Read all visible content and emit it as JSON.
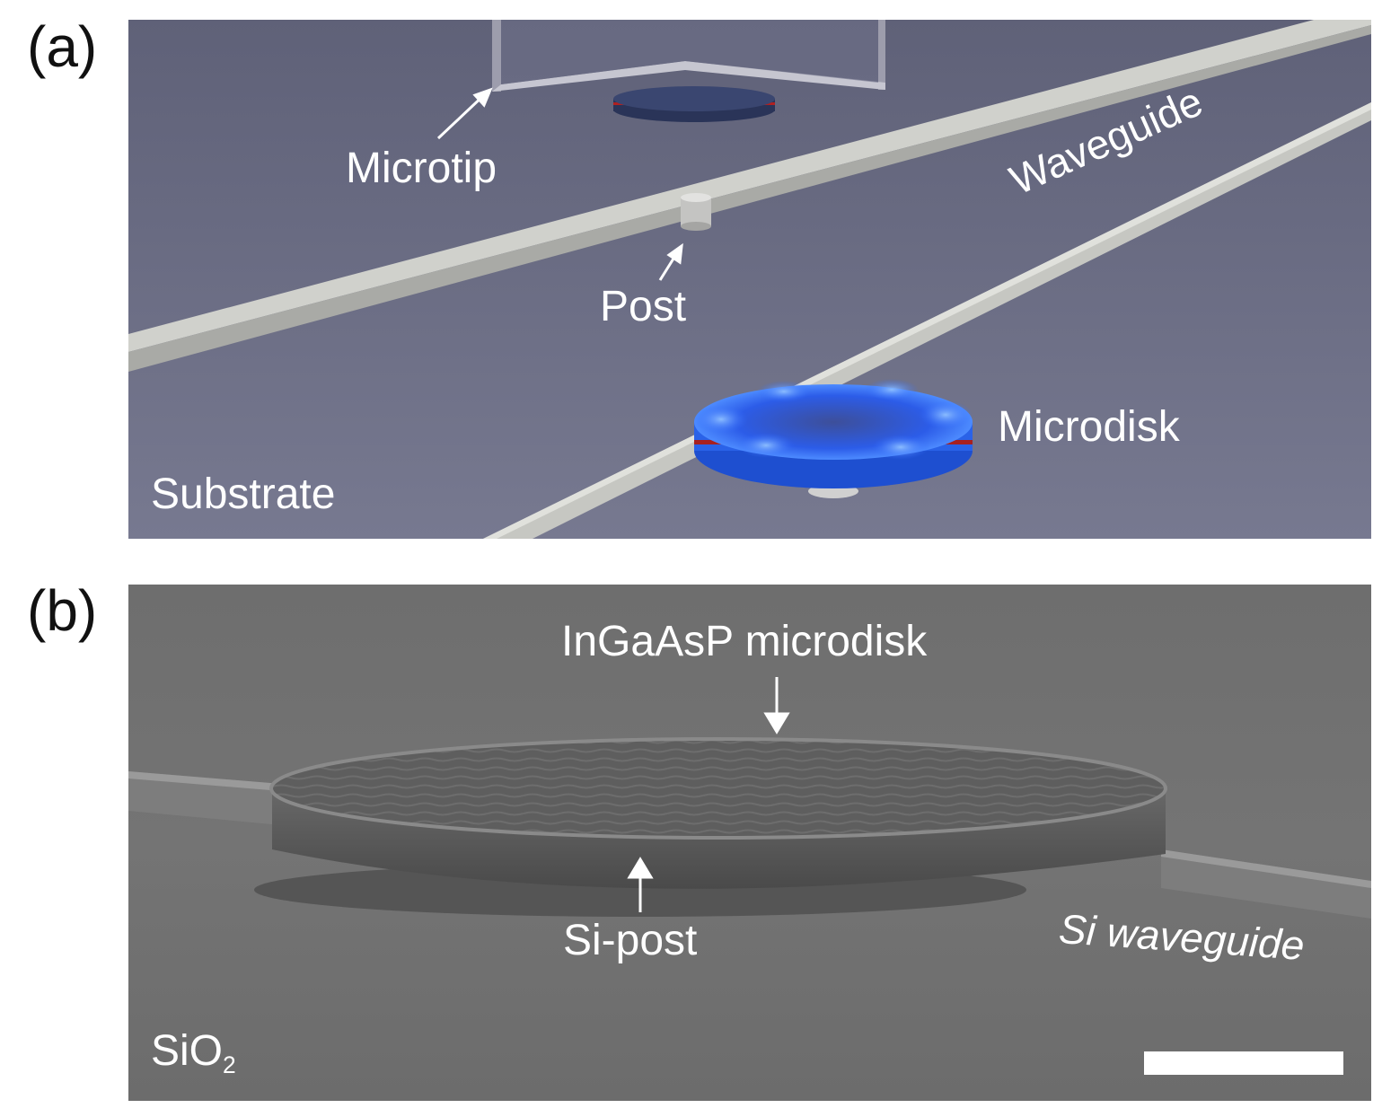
{
  "figure": {
    "panel_a": {
      "label": "(a)",
      "labels": {
        "microtip": "Microtip",
        "waveguide": "Waveguide",
        "post": "Post",
        "microdisk": "Microdisk",
        "substrate": "Substrate"
      },
      "colors": {
        "substrate": "#6e7088",
        "waveguide": "#c9cac6",
        "microdisk_glow": "#2f6bff",
        "gain_layer": "#b02020"
      }
    },
    "panel_b": {
      "label": "(b)",
      "labels": {
        "microdisk": "InGaAsP microdisk",
        "si_post": "Si-post",
        "si_waveguide": "Si waveguide",
        "sio2_main": "SiO",
        "sio2_sub": "2"
      },
      "colors": {
        "background": "#6b6b6b",
        "disk": "#5a5a5a"
      }
    }
  }
}
